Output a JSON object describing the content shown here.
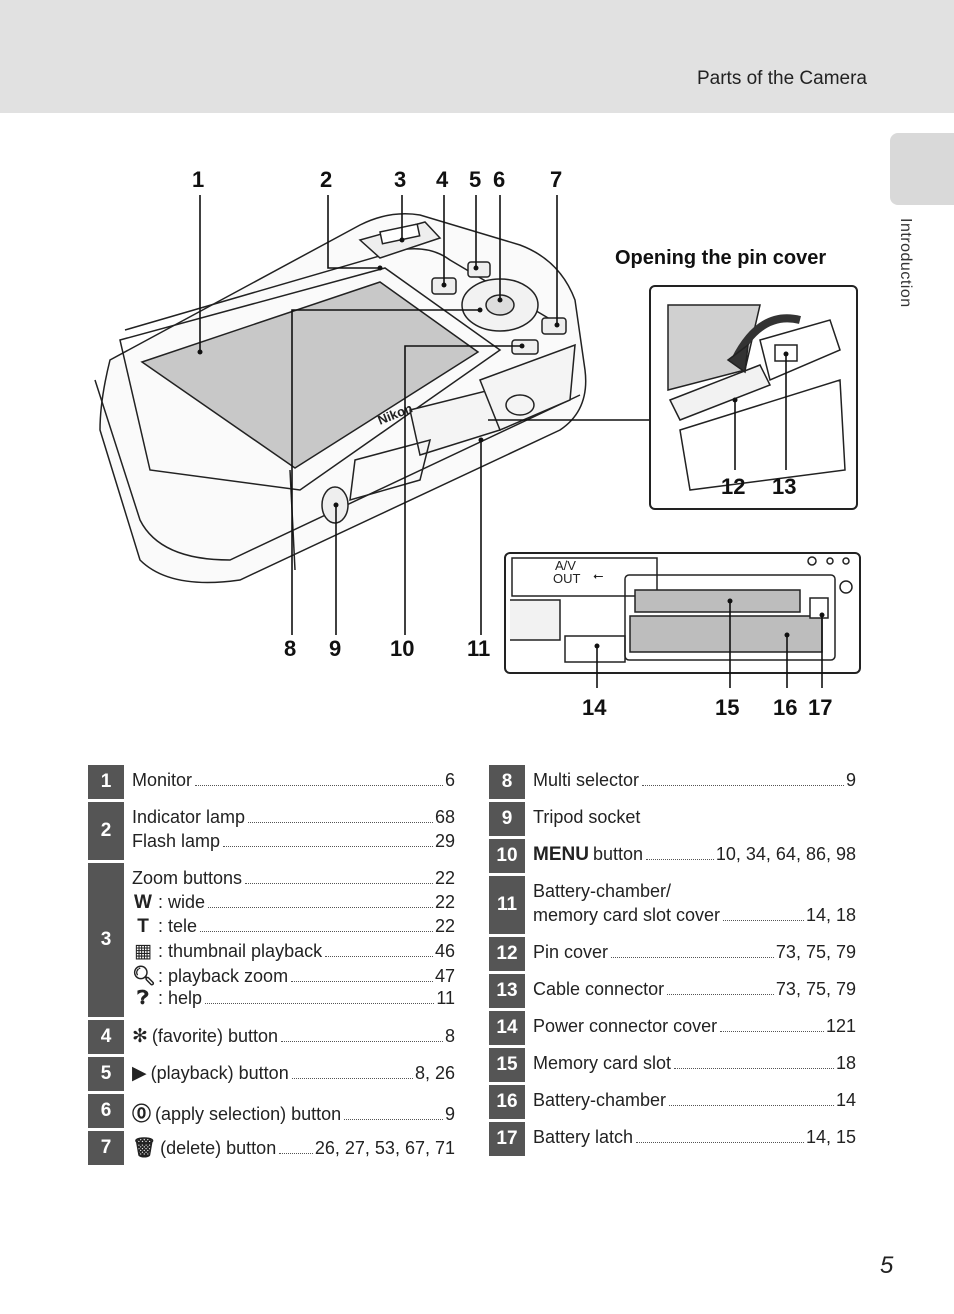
{
  "header": {
    "section_title": "Parts of the Camera"
  },
  "side_tab": {
    "label": "Introduction"
  },
  "diagram": {
    "callouts": [
      "1",
      "2",
      "3",
      "4",
      "5",
      "6",
      "7",
      "8",
      "9",
      "10",
      "11",
      "12",
      "13",
      "14",
      "15",
      "16",
      "17"
    ],
    "pin_cover_heading": "Opening the pin cover",
    "av_out_label": "A/V",
    "av_out_label2": "OUT",
    "brand_mark": "Nikon"
  },
  "parts_left": [
    {
      "num": "1",
      "lines": [
        {
          "label": "Monitor",
          "pages": "6"
        }
      ]
    },
    {
      "num": "2",
      "lines": [
        {
          "label": "Indicator lamp",
          "pages": "68"
        },
        {
          "label": "Flash lamp",
          "pages": "29"
        }
      ]
    },
    {
      "num": "3",
      "lines": [
        {
          "label": "Zoom buttons",
          "pages": "22"
        },
        {
          "symbol": "W",
          "label": ": wide",
          "pages": "22"
        },
        {
          "symbol": "T",
          "label": ": tele",
          "pages": "22"
        },
        {
          "symbol": "▦",
          "label": ": thumbnail playback",
          "pages": "46"
        },
        {
          "symbol": "🔍︎",
          "label": ": playback zoom",
          "pages": "47"
        },
        {
          "symbol": "❓︎",
          "label": ": help",
          "pages": "11"
        }
      ]
    },
    {
      "num": "4",
      "lines": [
        {
          "symbol": "✻",
          "label": "(favorite) button",
          "pages": "8"
        }
      ]
    },
    {
      "num": "5",
      "lines": [
        {
          "symbol": "▶",
          "label": "(playback) button",
          "pages": "8, 26"
        }
      ]
    },
    {
      "num": "6",
      "lines": [
        {
          "symbol": "⓪",
          "label": "(apply selection) button",
          "pages": "9"
        }
      ]
    },
    {
      "num": "7",
      "lines": [
        {
          "symbol": "🗑︎",
          "label": "(delete) button",
          "pages": "26, 27, 53, 67, 71"
        }
      ]
    }
  ],
  "parts_right": [
    {
      "num": "8",
      "lines": [
        {
          "label": "Multi selector",
          "pages": "9"
        }
      ]
    },
    {
      "num": "9",
      "lines": [
        {
          "label": "Tripod socket",
          "pages": ""
        }
      ]
    },
    {
      "num": "10",
      "lines": [
        {
          "symbol": "MENU",
          "label": "button",
          "pages": "10, 34, 64, 86, 98"
        }
      ]
    },
    {
      "num": "11",
      "lines": [
        {
          "label": "Battery-chamber/",
          "pages": ""
        },
        {
          "label": "memory card slot cover",
          "pages": "14, 18"
        }
      ]
    },
    {
      "num": "12",
      "lines": [
        {
          "label": "Pin cover",
          "pages": "73, 75, 79"
        }
      ]
    },
    {
      "num": "13",
      "lines": [
        {
          "label": "Cable connector",
          "pages": "73, 75, 79"
        }
      ]
    },
    {
      "num": "14",
      "lines": [
        {
          "label": "Power connector cover",
          "pages": "121"
        }
      ]
    },
    {
      "num": "15",
      "lines": [
        {
          "label": "Memory card slot",
          "pages": "18"
        }
      ]
    },
    {
      "num": "16",
      "lines": [
        {
          "label": "Battery-chamber",
          "pages": "14"
        }
      ]
    },
    {
      "num": "17",
      "lines": [
        {
          "label": "Battery latch",
          "pages": "14, 15"
        }
      ]
    }
  ],
  "footer": {
    "page_number": "5"
  }
}
